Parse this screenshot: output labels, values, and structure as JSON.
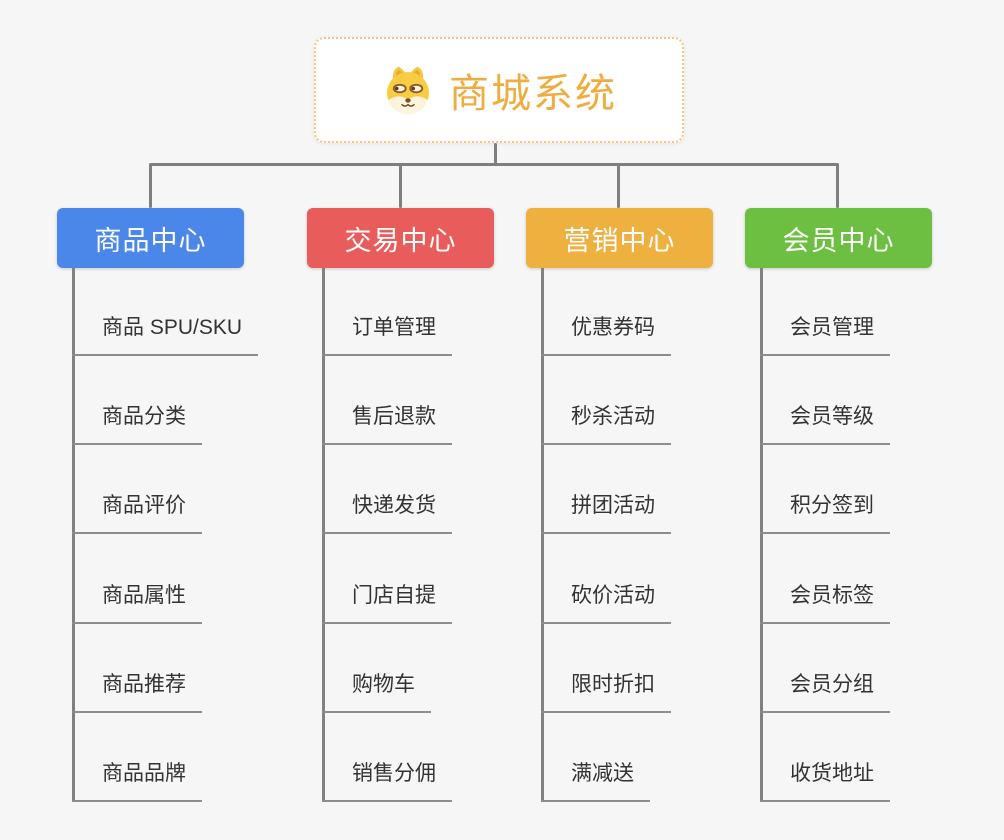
{
  "root": {
    "label": "商城系统",
    "text_color": "#efac41",
    "border_color": "#f3c879",
    "icon": "doge-icon"
  },
  "branches": [
    {
      "label": "商品中心",
      "color": "#4b87e8",
      "items": [
        "商品 SPU/SKU",
        "商品分类",
        "商品评价",
        "商品属性",
        "商品推荐",
        "商品品牌"
      ]
    },
    {
      "label": "交易中心",
      "color": "#e85d5c",
      "items": [
        "订单管理",
        "售后退款",
        "快递发货",
        "门店自提",
        "购物车",
        "销售分佣"
      ]
    },
    {
      "label": "营销中心",
      "color": "#eeb03e",
      "items": [
        "优惠券码",
        "秒杀活动",
        "拼团活动",
        "砍价活动",
        "限时折扣",
        "满减送"
      ]
    },
    {
      "label": "会员中心",
      "color": "#6dbf41",
      "items": [
        "会员管理",
        "会员等级",
        "积分签到",
        "会员标签",
        "会员分组",
        "收货地址"
      ]
    }
  ]
}
